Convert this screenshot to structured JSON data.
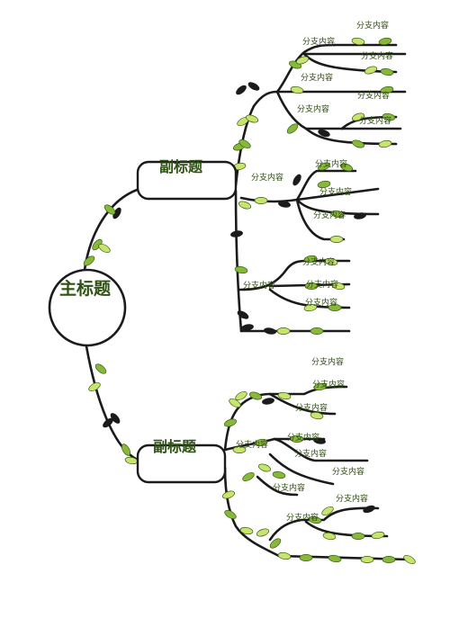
{
  "main_topic": "主标题",
  "subtopics": [
    "副标题",
    "副标题"
  ],
  "branch_label": "分支内容",
  "colors": {
    "line": "#1b1b1b",
    "leaf_light": "#c6e56e",
    "leaf_mid": "#86b83a",
    "leaf_dark": "#1b1b1b",
    "text": "#2e5213"
  }
}
